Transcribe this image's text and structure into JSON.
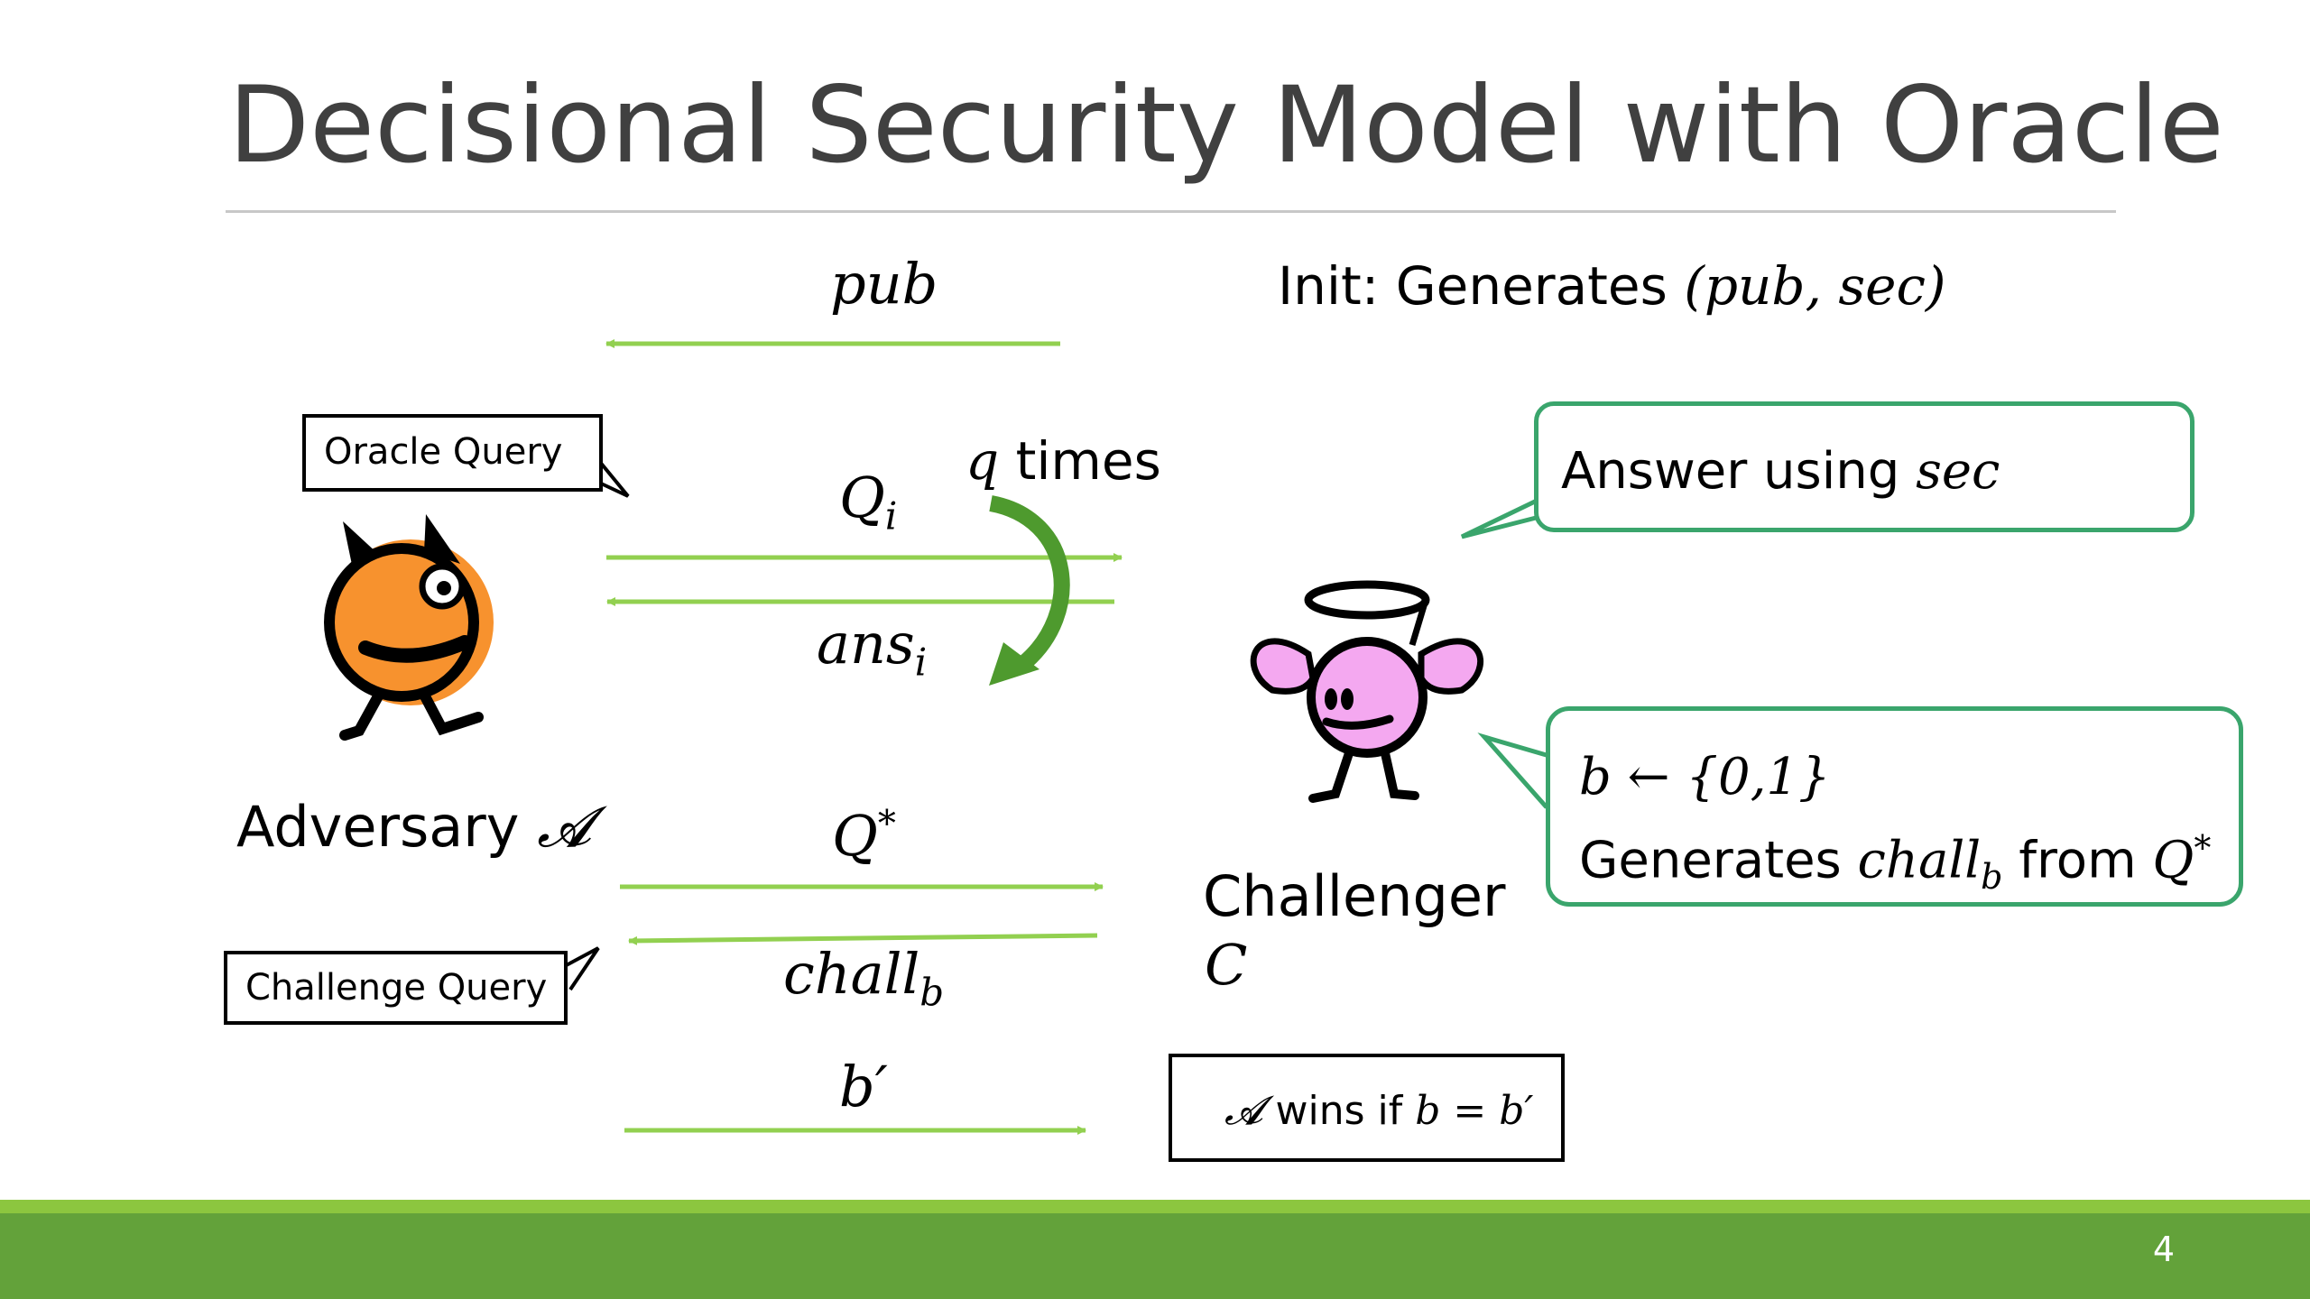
{
  "slide": {
    "title": "Decisional Security Model with Oracle",
    "page_number": "4"
  },
  "challenger_init": {
    "prefix": "Init: Generates ",
    "math": "(pub, sec)"
  },
  "messages": {
    "pub": "pub",
    "query": "Q",
    "query_sub": "i",
    "answer": "ans",
    "answer_sub": "i",
    "q_times_var": "q",
    "q_times_text": " times",
    "challenge": "Q",
    "challenge_sup": "*",
    "chall": "chall",
    "chall_sub": "b",
    "guess": "b′"
  },
  "adversary": {
    "label": "Adversary ",
    "symbol": "𝓐"
  },
  "challenger": {
    "label": "Challenger",
    "symbol": "C"
  },
  "callouts": {
    "oracle_query": "Oracle Query",
    "challenge_query": "Challenge Query",
    "answer_prefix": "Answer using ",
    "answer_var": "sec",
    "bit_line": "b ← {0,1}",
    "generates_prefix": "Generates ",
    "generates_var": "chall",
    "generates_sub": "b",
    "generates_mid": " from ",
    "generates_q": "Q",
    "generates_sup": "*"
  },
  "win_condition": {
    "symbol": "𝓐",
    "text": " wins if ",
    "math": "b = b′"
  },
  "colors": {
    "arrow_green": "#92d050",
    "callout_border": "#3aa56c",
    "loop_arrow": "#4e9a2e",
    "footer_light": "#8cc63f",
    "footer_dark": "#63a23a",
    "title_gray": "#404040",
    "adversary_orange": "#f7922e",
    "challenger_pink": "#f4a8f0"
  }
}
